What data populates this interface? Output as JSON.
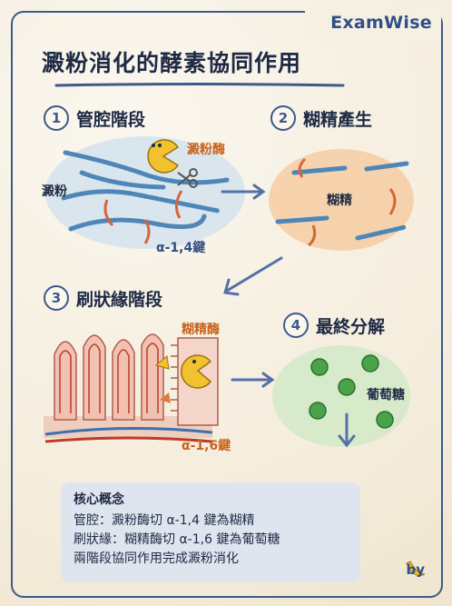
{
  "brand": "ExamWise",
  "title": "澱粉消化的酵素協同作用",
  "steps": [
    {
      "num": "1",
      "label": "管腔階段"
    },
    {
      "num": "2",
      "label": "糊精產生"
    },
    {
      "num": "3",
      "label": "刷狀緣階段"
    },
    {
      "num": "4",
      "label": "最終分解"
    }
  ],
  "labels": {
    "amylase": "澱粉酶",
    "starch": "澱粉",
    "bond_14": "α-1,4鍵",
    "dextrin": "糊精",
    "dextrinase": "糊精酶",
    "bond_16": "α-1,6鍵",
    "glucose": "葡萄糖"
  },
  "concept": {
    "heading": "核心概念",
    "lines": [
      "管腔：澱粉酶切 α-1,4 鍵為糊精",
      "刷狀緣：糊精酶切 α-1,6 鍵為葡萄糖",
      "兩階段協同作用完成澱粉消化"
    ]
  },
  "byline": "by",
  "byline_icon": "banana-icon",
  "colors": {
    "frame": "#3d5a8c",
    "accent_orange": "#c9631c",
    "starch_chain": "#4f86b8",
    "glucose": "#4aa34a"
  }
}
